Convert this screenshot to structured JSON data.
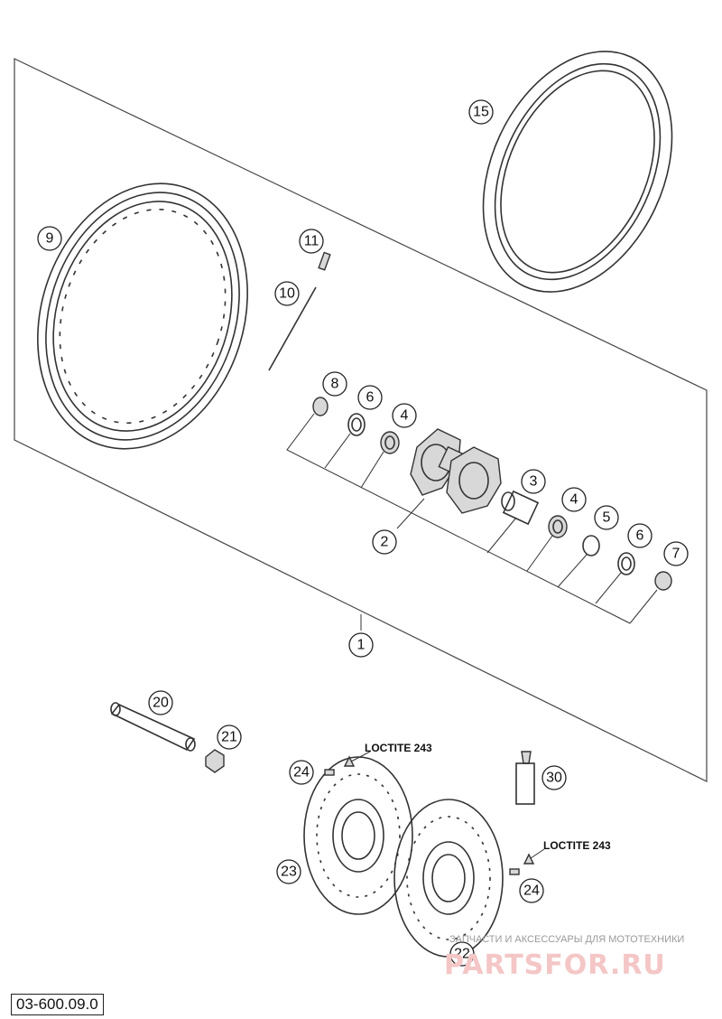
{
  "diagram": {
    "code": "03-600.09.0",
    "notes": {
      "loctite_a": "LOCTITE 243",
      "loctite_b": "LOCTITE 243"
    },
    "callouts": {
      "c1": "1",
      "c2": "2",
      "c3": "3",
      "c4a": "4",
      "c4b": "4",
      "c5": "5",
      "c6a": "6",
      "c6b": "6",
      "c7": "7",
      "c8": "8",
      "c9": "9",
      "c10": "10",
      "c11": "11",
      "c15": "15",
      "c20": "20",
      "c21": "21",
      "c22": "22",
      "c23": "23",
      "c24a": "24",
      "c24b": "24",
      "c30": "30"
    }
  },
  "watermark": {
    "caption": "ЗАПЧАСТИ И АКСЕССУАРЫ ДЛЯ МОТОТЕХНИКИ",
    "brand": "PARTSFOR.RU"
  }
}
